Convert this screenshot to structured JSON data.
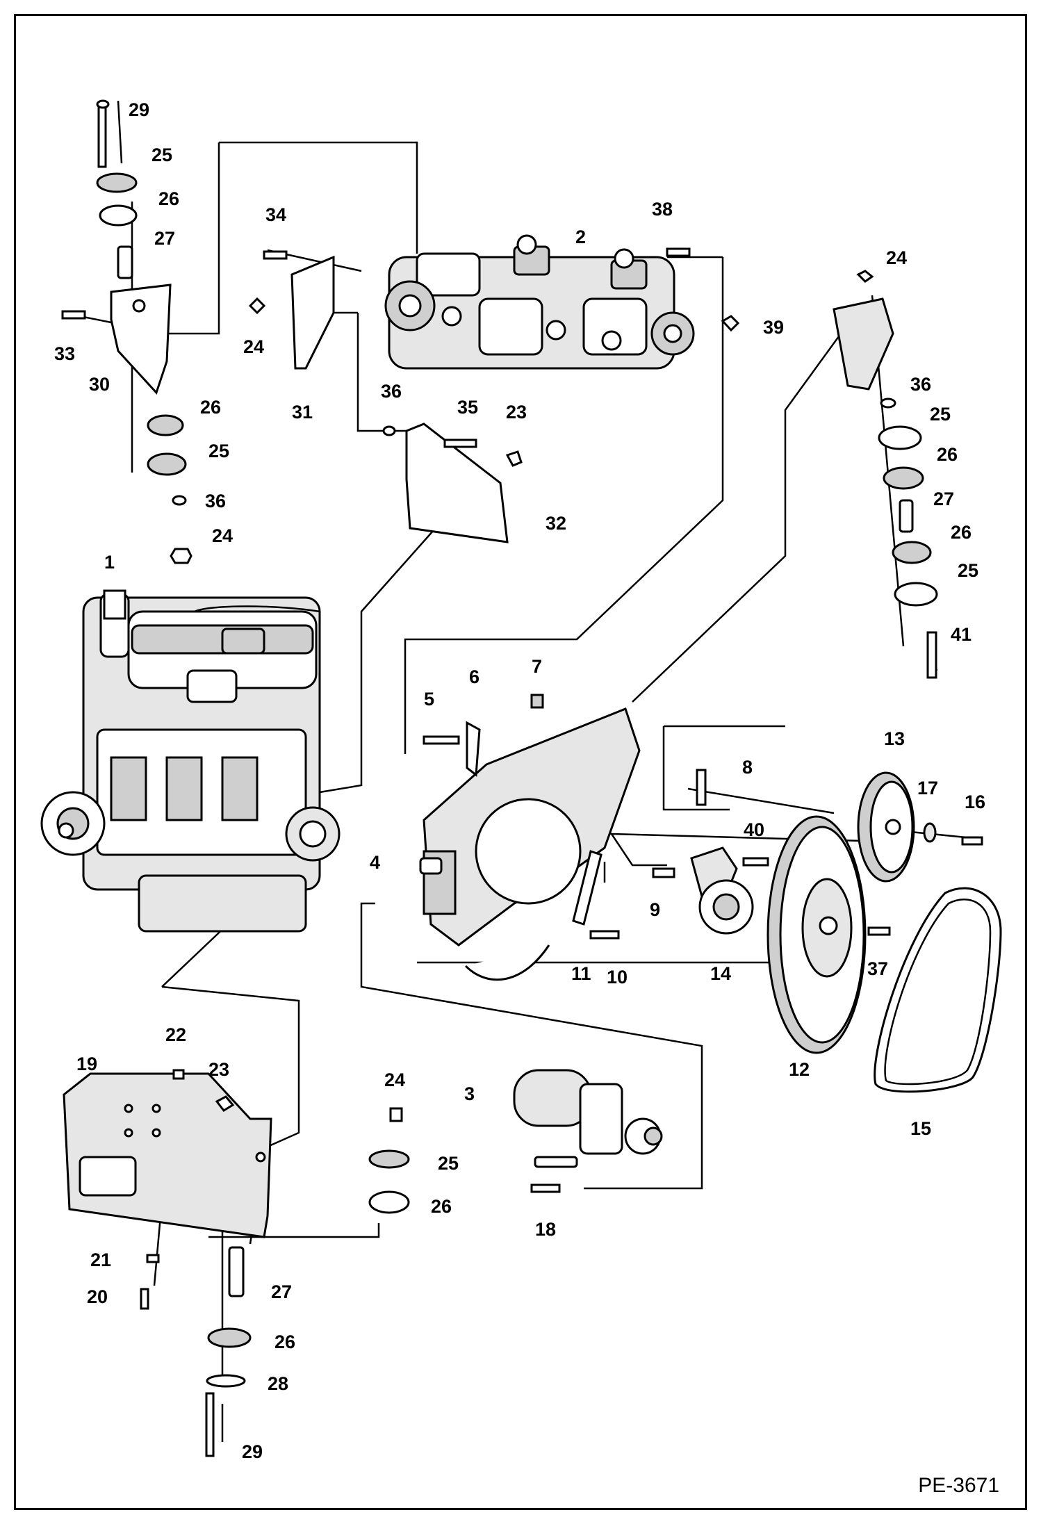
{
  "diagram": {
    "reference_code": "PE-3671",
    "callouts": [
      "1",
      "2",
      "3",
      "4",
      "5",
      "6",
      "7",
      "8",
      "9",
      "10",
      "11",
      "12",
      "13",
      "14",
      "15",
      "16",
      "17",
      "18",
      "19",
      "20",
      "21",
      "22",
      "23",
      "23",
      "24",
      "24",
      "24",
      "24",
      "25",
      "25",
      "25",
      "25",
      "26",
      "26",
      "26",
      "26",
      "26",
      "26",
      "27",
      "27",
      "27",
      "28",
      "29",
      "29",
      "30",
      "31",
      "32",
      "33",
      "34",
      "35",
      "36",
      "36",
      "36",
      "37",
      "38",
      "39",
      "40",
      "41"
    ]
  },
  "colors": {
    "line": "#000000",
    "paper": "#ffffff",
    "shade": "#cfcfcf"
  }
}
